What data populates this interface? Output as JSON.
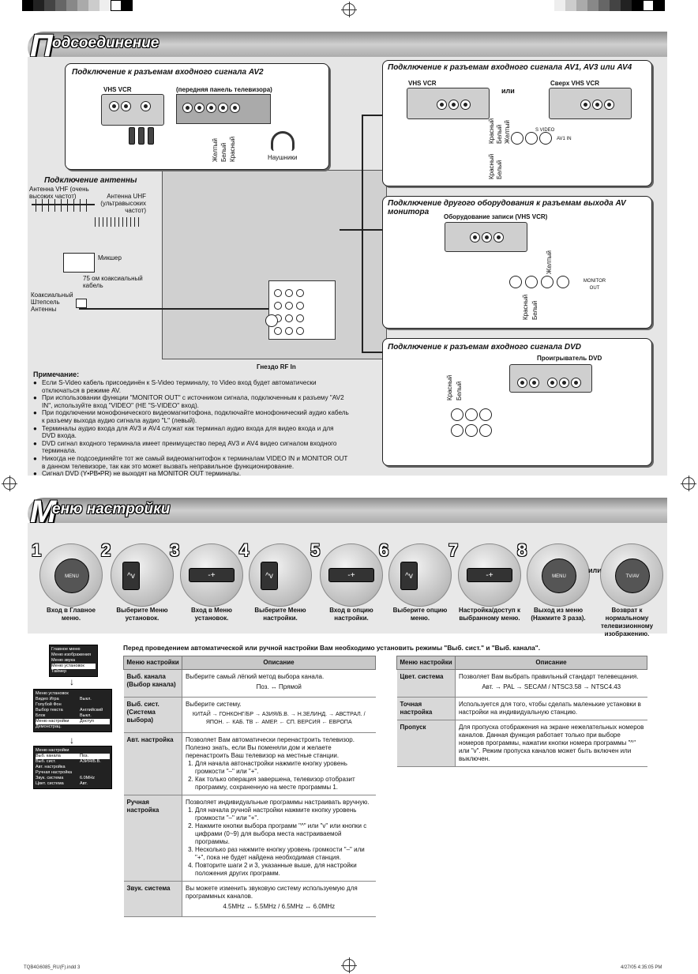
{
  "section1": {
    "letter": "П",
    "title": "одсоединение"
  },
  "section2": {
    "letter": "М",
    "title": "еню настройки"
  },
  "av2": {
    "title": "Подключение к разъемам входного сигнала AV2",
    "vhs": "VHS VCR",
    "front": "(передняя панель телевизора)",
    "colors": [
      "Желтый",
      "Белый",
      "Красный"
    ],
    "headphones": "Наушники"
  },
  "av134": {
    "title": "Подключение к разъемам входного сигнала AV1, AV3 или AV4",
    "vhs": "VHS VCR",
    "or": "или",
    "svhs": "Сверх VHS VCR",
    "colors_left": [
      "Красный",
      "Белый",
      "Желтый"
    ],
    "colors_left2": [
      "Красный",
      "Белый"
    ],
    "svideo": "S VIDEO",
    "av1in": "AV1 IN"
  },
  "antenna": {
    "title": "Подключение антенны",
    "vhf": "Антенна VHF (очень высоких частот)",
    "uhf": "Антенна UHF (ультравысоких частот)",
    "mixer": "Микшер",
    "coax": "75 ом коаксиальный кабель",
    "plug": "Коаксиальный Штепсель Антенны",
    "rf": "Гнездо RF In"
  },
  "monitor": {
    "title": "Подключение другого оборудования к разъемам выхода AV монитора",
    "rec": "Оборудование записи (VHS VCR)",
    "colors": [
      "Красный",
      "Белый",
      "Желтый"
    ],
    "monitor_out": "MONITOR OUT"
  },
  "dvd": {
    "title": "Подключение к разъемам входного сигнала DVD",
    "player": "Проигрыватель DVD",
    "colors": [
      "Красный",
      "Белый"
    ]
  },
  "notes": {
    "title": "Примечание:",
    "items": [
      "Если S-Video кабель присоединён к S-Video терминалу, то Video вход будет автоматически отключаться в режиме AV.",
      "При использовании функции \"MONITOR OUT\" с источником сигнала, подключенным к разъему \"AV2 IN\", используйте вход \"VIDEO\" (НЕ \"S-VIDEO\" вход).",
      "При подключении монофонического видеомагнитофона, подключайте монофонический аудио кабель к разъему выхода аудио сигнала аудио \"L\" (левый).",
      "Терминалы аудио входа для AV3 и AV4 служат как терминал аудио входа для видео входа и для DVD входа.",
      "DVD сигнал входного терминала имеет преимущество перед AV3 и AV4 видео сигналом входного терминала.",
      "Никогда не подсоединяйте тот же самый видеомагнитофон к терминалам VIDEO IN и MONITOR OUT в данном телевизоре, так как это может вызвать неправильное функционирование.",
      "Сигнал DVD (Y•PB•PR) не выходят на MONITOR OUT терминалы."
    ]
  },
  "steps": [
    {
      "num": "1",
      "label": "Вход в Главное меню.",
      "btn": "MENU"
    },
    {
      "num": "2",
      "label": "Выберите Меню установок.",
      "btn": "^v"
    },
    {
      "num": "3",
      "label": "Вход в Меню установок.",
      "btn": "-+"
    },
    {
      "num": "4",
      "label": "Выберите Меню настройки.",
      "btn": "^v"
    },
    {
      "num": "5",
      "label": "Вход в опцию настройки.",
      "btn": "-+"
    },
    {
      "num": "6",
      "label": "Выберите опцию меню.",
      "btn": "^v"
    },
    {
      "num": "7",
      "label": "Настройка/доступ к выбранному меню.",
      "btn": "-+"
    },
    {
      "num": "8",
      "label": "Выход из меню (Нажмите 3 раза).",
      "btn": "MENU"
    },
    {
      "num": "",
      "label": "Возврат к нормальному телевизионному изображению.",
      "btn": "TV/AV"
    }
  ],
  "or_label": "или",
  "intro": "Перед проведением автоматической или ручной настройки Вам необходимо установить режимы \"Выб. сист.\" и \"Выб. канала\".",
  "osd1": [
    "Главное меню",
    "Меню изображения",
    "Меню звука",
    "Меню установок",
    "Таймер"
  ],
  "osd2": [
    [
      "Меню установок",
      ""
    ],
    [
      "Видео Игра",
      "Выкл."
    ],
    [
      "Голубой Фон",
      ""
    ],
    [
      "Выбор текста",
      "Английский"
    ],
    [
      "Блок",
      "Выкл."
    ],
    [
      "Меню настройки",
      "Доступ"
    ],
    [
      "Демонстрац.",
      ""
    ]
  ],
  "osd3": [
    [
      "Меню настройки",
      ""
    ],
    [
      "Выб. канала",
      "Поз."
    ],
    [
      "Выб. сист.",
      "АЗИЯ/Б.В."
    ],
    [
      "Авт. настройка",
      ""
    ],
    [
      "Ручная настройка",
      ""
    ],
    [
      "Звук. система",
      "6.0MHz"
    ],
    [
      "Цвет. система",
      "Авт."
    ]
  ],
  "table1": {
    "h1": "Меню настройки",
    "h2": "Описание",
    "rows": [
      {
        "k": "Выб. канала (Выбор канала)",
        "v": "Выберите самый лёгкий метод выбора канала.",
        "extra": "Поз. ↔ Прямой"
      },
      {
        "k": "Выб. сист. (Система выбора)",
        "v": "Выберите систему.",
        "extra": "КИТАЙ → ГОНКОНГ/БР → АЗИЯ/Б.В. → Н.ЗЕЛИНД. → АВСТРАЛ. / ЯПОН. ← КАБ. ТВ ← АМЕР. ← СП. ВЕРСИЯ ← ЕВРОПА"
      },
      {
        "k": "Авт. настройка",
        "v": "Позволяет Вам автоматически перенастроить телевизор. Полезно знать, если Вы поменяли дом и желаете перенастроить Ваш телевизор на местные станции.",
        "list": [
          "Для начала автонастройки нажмите кнопку уровень громкости \"–\" или \"+\".",
          "Как только операция завершена, телевизор отобразит программу, сохраненную на месте программы 1."
        ]
      },
      {
        "k": "Ручная настройка",
        "v": "Позволяет индивидуальные программы настраивать вручную.",
        "list": [
          "Для начала ручной настройки нажмите кнопку уровень громкости \"–\" или \"+\".",
          "Нажмите кнопки выбора программ \"^\" или \"v\" или кнопки с цифрами (0~9) для выбора места настраиваемой программы.",
          "Несколько раз нажмите кнопку уровень громкости \"–\" или \"+\", пока не будет найдена необходимая станция.",
          "Повторите шаги 2 и 3, указанные выше, для настройки положения других программ."
        ]
      },
      {
        "k": "Звук. система",
        "v": "Вы можете изменить звуковую систему используемую для программных каналов.",
        "extra": "4.5MHz ↔ 5.5MHz / 6.5MHz ↔ 6.0MHz"
      }
    ]
  },
  "table2": {
    "h1": "Меню настройки",
    "h2": "Описание",
    "rows": [
      {
        "k": "Цвет. система",
        "v": "Позволяет Вам выбрать правильный стандарт телевещания.",
        "extra": "Авт. → PAL → SECAM / NTSC3.58 → NTSC4.43"
      },
      {
        "k": "Точная настройка",
        "v": "Используется для того, чтобы сделать маленькие установки в настройки на индивидуальную станцию."
      },
      {
        "k": "Пропуск",
        "v": "Для пропуска отображения на экране нежелательных номеров каналов. Данная функция работает только при выборе номеров программы, нажатии кнопки номера программы \"^\" или \"v\". Режим пропуска каналов может быть включен или выключен."
      }
    ]
  },
  "footer": {
    "left": "TQB4G6085_RU(F).indd  3",
    "right": "4/27/05   4:35:05 PM"
  },
  "colors": {
    "bar_gray": "#9a9a9a",
    "panel_bg": "#ffffff",
    "table_head": "#c8c8c8"
  }
}
